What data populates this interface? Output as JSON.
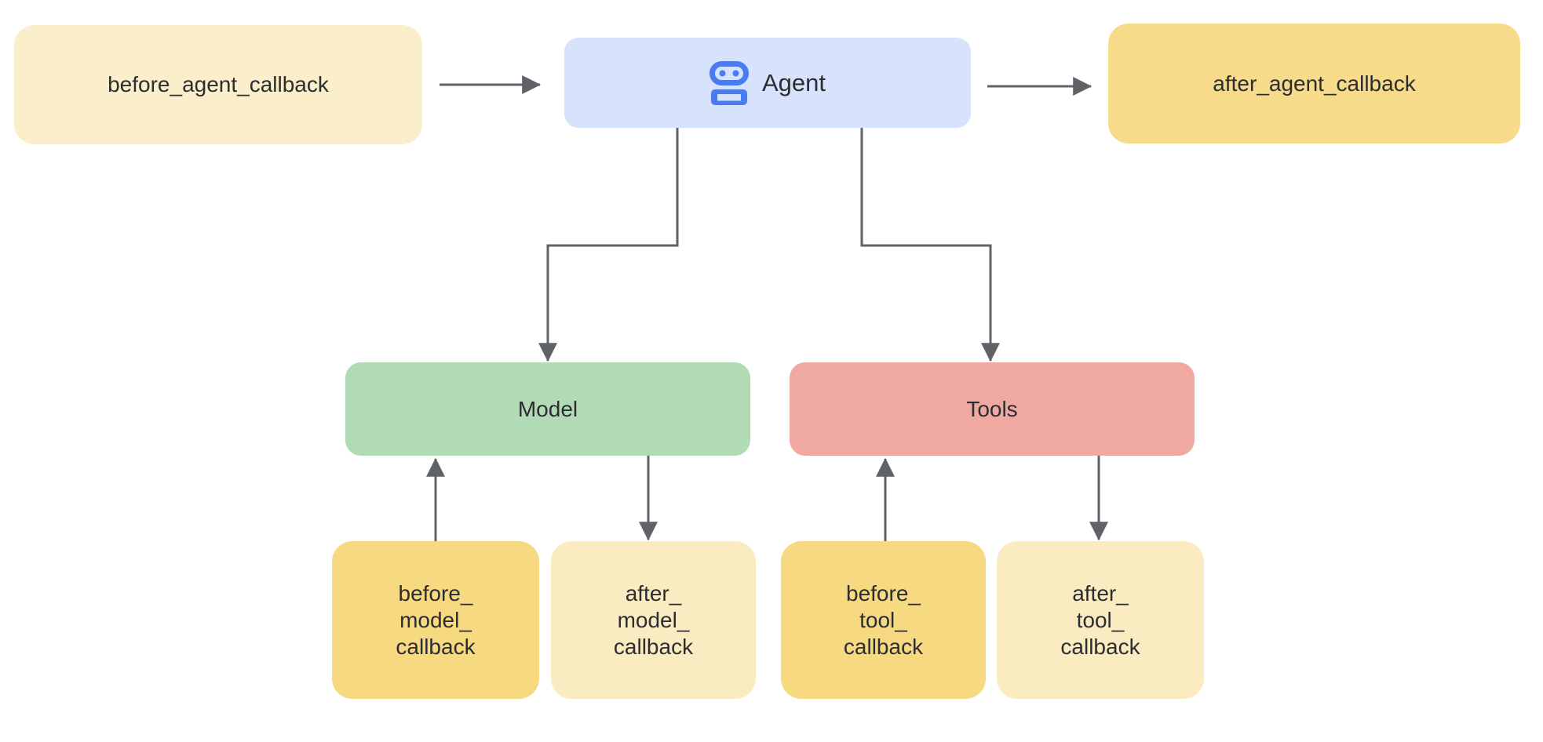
{
  "diagram": {
    "nodes": {
      "before_agent": {
        "label": "before_agent_callback"
      },
      "agent": {
        "label": "Agent"
      },
      "after_agent": {
        "label": "after_agent_callback"
      },
      "model": {
        "label": "Model"
      },
      "tools": {
        "label": "Tools"
      },
      "before_model": {
        "label": "before_\nmodel_\ncallback"
      },
      "after_model": {
        "label": "after_\nmodel_\ncallback"
      },
      "before_tool": {
        "label": "before_\ntool_\ncallback"
      },
      "after_tool": {
        "label": "after_\ntool_\ncallback"
      }
    },
    "edges": [
      "before_agent_callback -> Agent",
      "Agent -> after_agent_callback",
      "Agent -> Model",
      "Agent -> Tools",
      "before_model_callback -> Model",
      "Model -> after_model_callback",
      "before_tool_callback -> Tools",
      "Tools -> after_tool_callback"
    ]
  },
  "colors": {
    "pale_cream": "#FAEECB",
    "cream": "#FAEBC1",
    "gold": "#F6D980",
    "amber": "#F7DB8A",
    "agent_blue_bg": "#D7E3FC",
    "robot_blue": "#4A7CEF",
    "model_green": "#B1DBB4",
    "tools_red": "#F0A9A1",
    "line_gray": "#5F6368",
    "text_dark": "#2B2D31"
  }
}
